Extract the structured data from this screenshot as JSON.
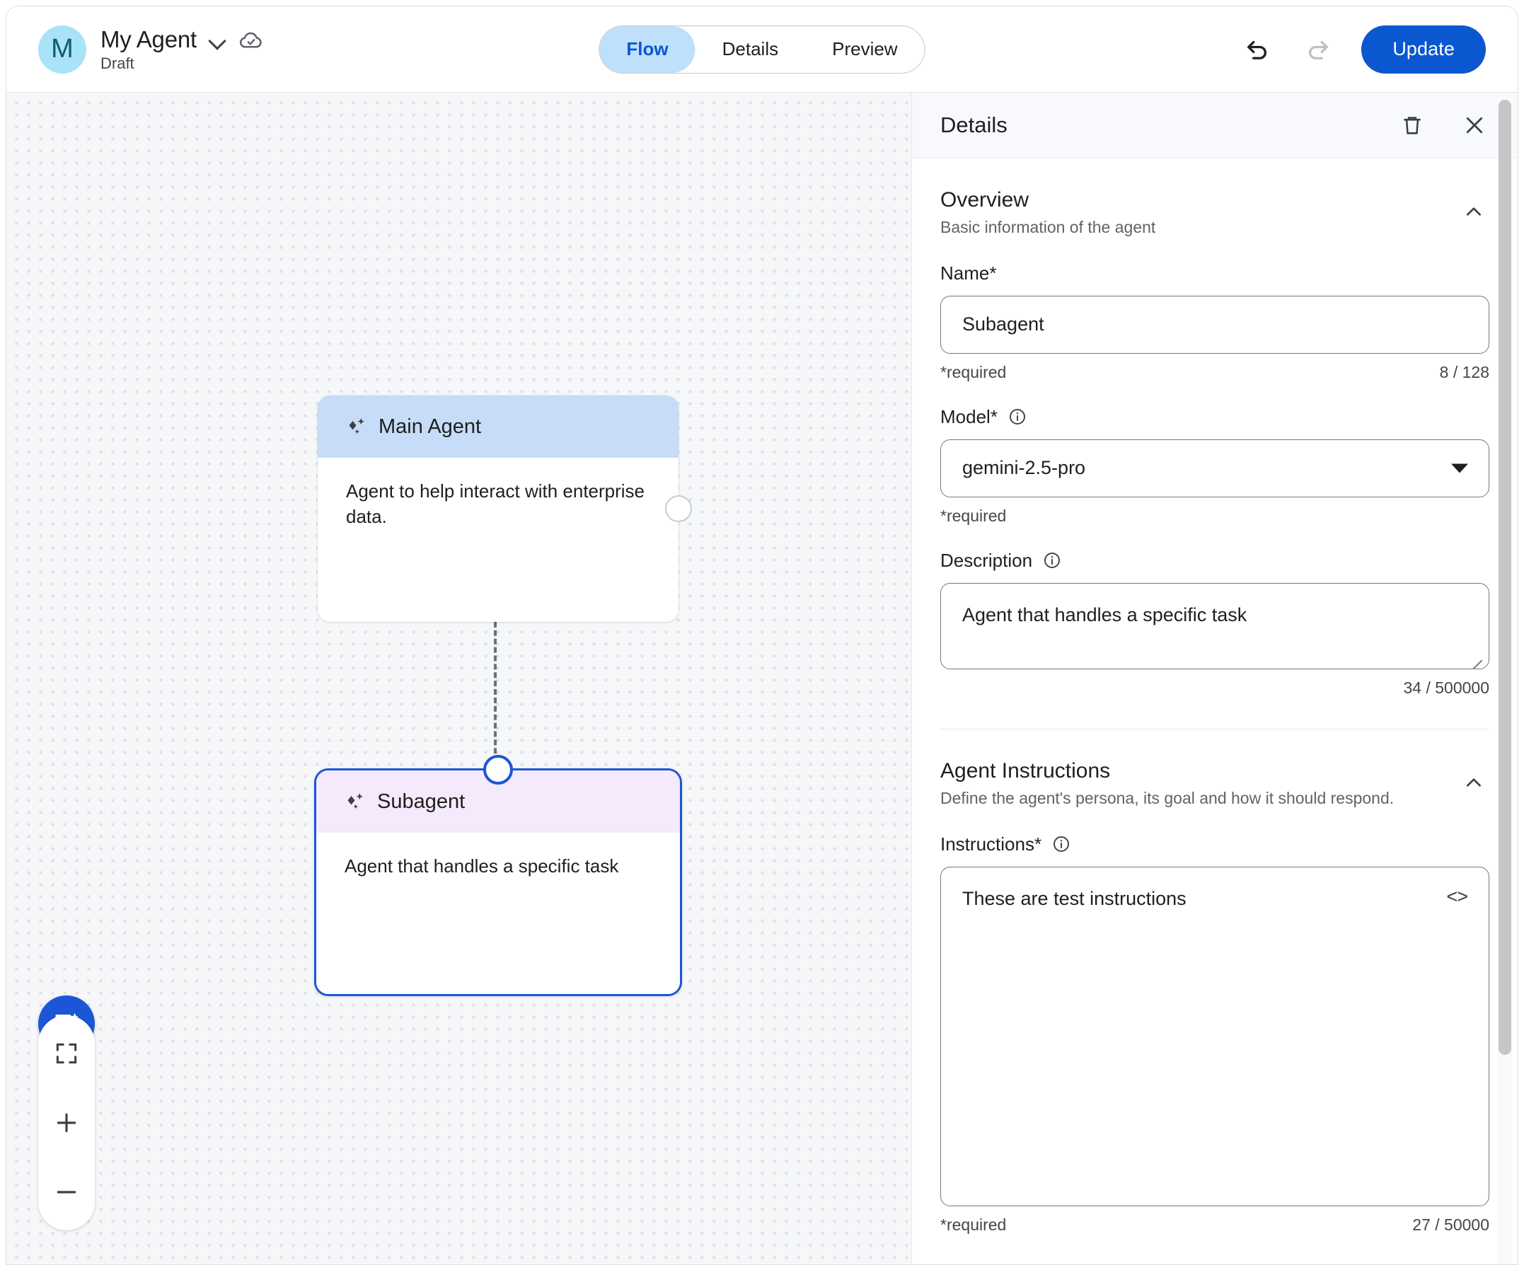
{
  "topbar": {
    "avatar_letter": "M",
    "agent_name": "My Agent",
    "agent_status": "Draft",
    "name_dropdown_icon": "chevron-down-icon",
    "save_state_icon": "cloud-check-icon",
    "tabs": [
      {
        "label": "Flow",
        "active": true
      },
      {
        "label": "Details",
        "active": false
      },
      {
        "label": "Preview",
        "active": false
      }
    ],
    "undo_icon": "undo-arrow-icon",
    "redo_icon": "redo-arrow-icon",
    "update_label": "Update"
  },
  "canvas": {
    "nodes": [
      {
        "title": "Main Agent",
        "description": "Agent to help interact with enterprise data.",
        "header_color": "#c6dcf8",
        "icon": "sparkle-icon",
        "selected": false
      },
      {
        "title": "Subagent",
        "description": "Agent that handles a specific task",
        "header_color": "#f5e9fc",
        "icon": "sparkle-icon",
        "selected": true
      }
    ],
    "fab_icon": "chat-sparkle-icon",
    "zoom_controls": [
      {
        "icon": "fit-screen-icon"
      },
      {
        "icon": "zoom-in-icon"
      },
      {
        "icon": "zoom-out-icon"
      }
    ],
    "accent_color": "#1a56d6"
  },
  "panel": {
    "title": "Details",
    "delete_icon": "trash-icon",
    "close_icon": "close-icon",
    "sections": [
      {
        "title": "Overview",
        "subtitle": "Basic information of the agent",
        "collapse_icon": "chevron-up-icon"
      },
      {
        "title": "Agent Instructions",
        "subtitle": "Define the agent's persona, its goal and how it should respond.",
        "collapse_icon": "chevron-up-icon"
      }
    ],
    "name_field": {
      "label": "Name*",
      "value": "Subagent",
      "required_text": "*required",
      "counter": "8 / 128"
    },
    "model_field": {
      "label": "Model*",
      "info_icon": "info-icon",
      "value": "gemini-2.5-pro",
      "required_text": "*required",
      "dropdown_icon": "caret-down-icon"
    },
    "description_field": {
      "label": "Description",
      "info_icon": "info-icon",
      "value": "Agent that handles a specific task",
      "counter": "34 / 500000"
    },
    "instructions_field": {
      "label": "Instructions*",
      "info_icon": "info-icon",
      "value": "These are test instructions",
      "code_toggle": "<>",
      "required_text": "*required",
      "counter": "27 / 50000"
    }
  }
}
